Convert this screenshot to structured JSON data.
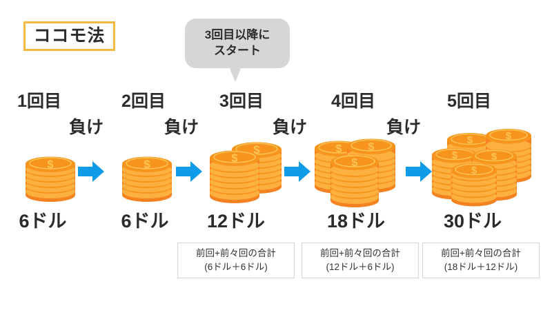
{
  "title": {
    "label": "ココモ法"
  },
  "callout": {
    "line1": "3回目以降に",
    "line2": "スタート"
  },
  "colors": {
    "title_border": "#f5b942",
    "bubble_bg": "#d6d6d6",
    "arrow": "#0e9be8",
    "coin_light": "#fbb040",
    "coin_mid": "#f7941e",
    "coin_dark": "#f58220",
    "coin_edge": "#fdc453",
    "text": "#2b2b2b",
    "box_border": "#d5d5d5",
    "background": "#ffffff"
  },
  "steps": [
    {
      "round_label": "1回目",
      "amount": "6ドル",
      "stacks": 1,
      "loss_after": "負け",
      "formula": null
    },
    {
      "round_label": "2回目",
      "amount": "6ドル",
      "stacks": 1,
      "loss_after": "負け",
      "formula": null
    },
    {
      "round_label": "3回目",
      "amount": "12ドル",
      "stacks": 2,
      "loss_after": "負け",
      "formula": {
        "line1": "前回+前々回の合計",
        "line2": "(6ドル＋6ドル)"
      }
    },
    {
      "round_label": "4回目",
      "amount": "18ドル",
      "stacks": 3,
      "loss_after": "負け",
      "formula": {
        "line1": "前回+前々回の合計",
        "line2": "(12ドル＋6ドル)"
      }
    },
    {
      "round_label": "5回目",
      "amount": "30ドル",
      "stacks": 5,
      "loss_after": null,
      "formula": {
        "line1": "前回+前々回の合計",
        "line2": "(18ドル＋12ドル)"
      }
    }
  ],
  "icons": {
    "arrow": "arrow-right-icon",
    "coin": "dollar-coin-stack-icon"
  }
}
